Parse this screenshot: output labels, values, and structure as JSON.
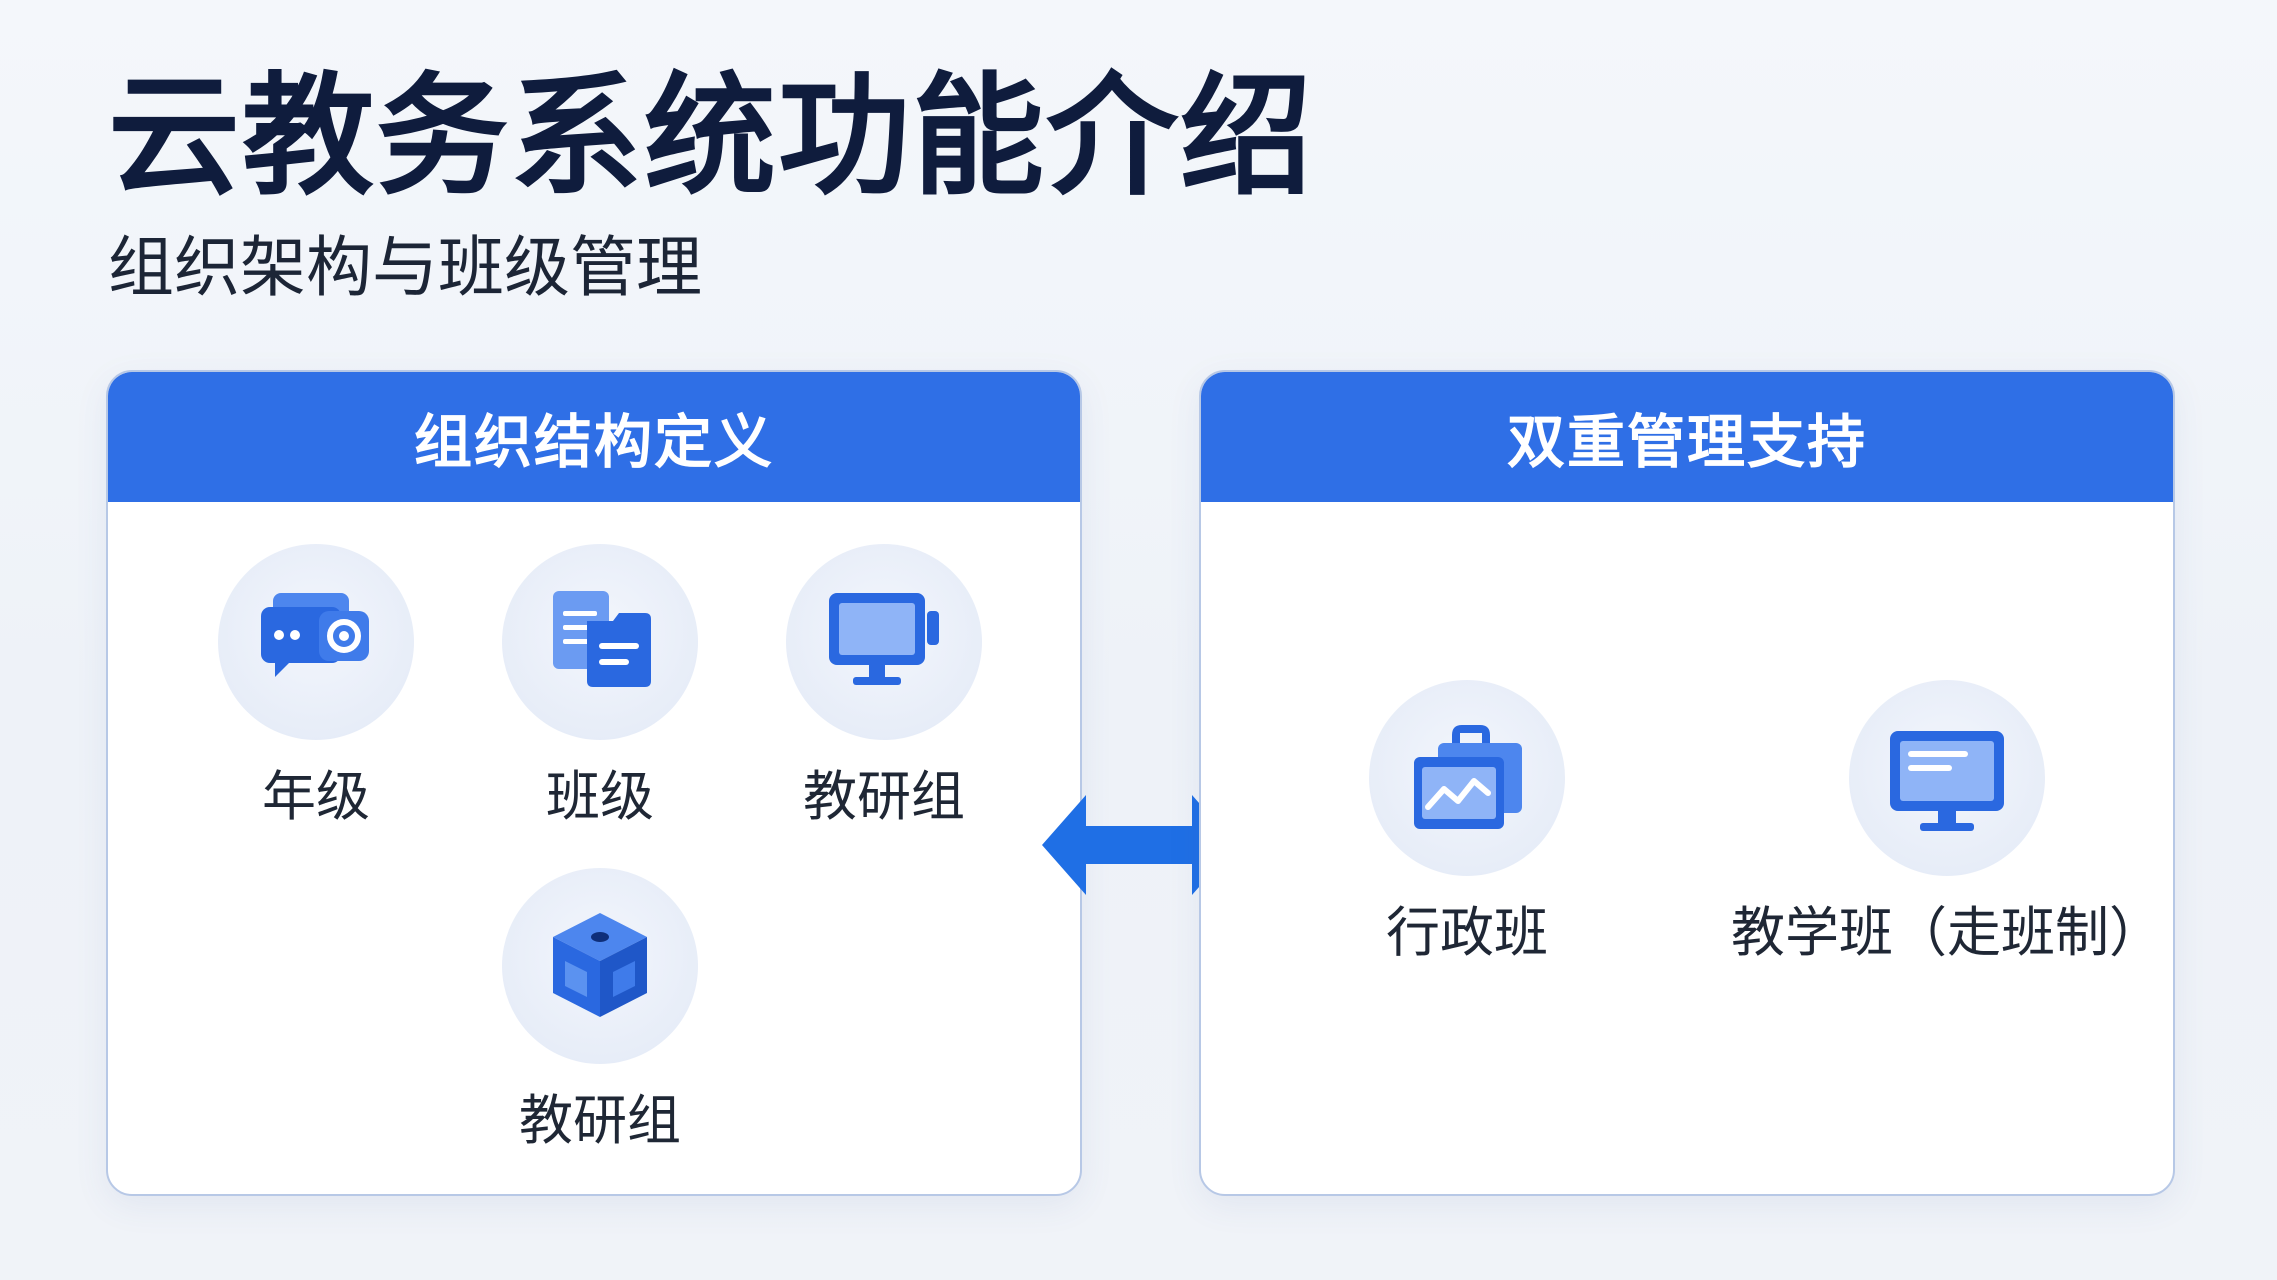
{
  "title": "云教务系统功能介绍",
  "subtitle": "组织架构与班级管理",
  "colors": {
    "accent": "#2f6fe6",
    "title": "#0f1c3d",
    "panel_border": "#b7c8e6",
    "icon_circle": "#e7edf8"
  },
  "left_panel": {
    "header": "组织结构定义",
    "items": [
      {
        "label": "年级",
        "icon": "chat-camera-icon"
      },
      {
        "label": "班级",
        "icon": "documents-icon"
      },
      {
        "label": "教研组",
        "icon": "monitor-icon"
      },
      {
        "label": "教研组",
        "icon": "box-icon"
      }
    ]
  },
  "connector": {
    "icon": "double-arrow-icon"
  },
  "right_panel": {
    "header": "双重管理支持",
    "items": [
      {
        "label": "行政班",
        "icon": "briefcase-chart-icon"
      },
      {
        "label": "教学班（走班制）",
        "icon": "desktop-monitor-icon"
      }
    ]
  }
}
